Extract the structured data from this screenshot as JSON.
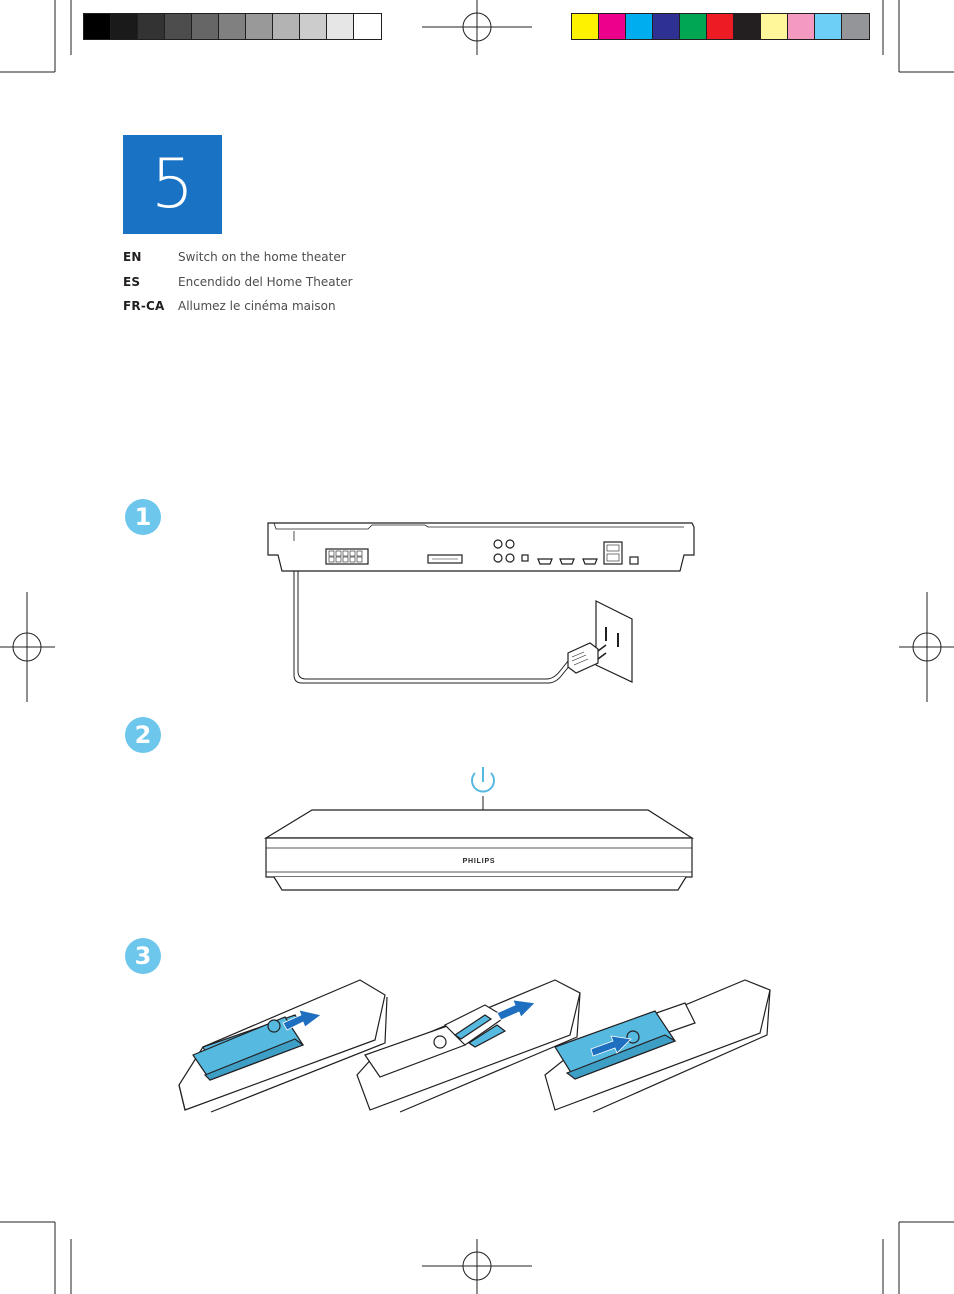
{
  "calibration": {
    "grayscale": [
      "#000000",
      "#1a1a1a",
      "#333333",
      "#4d4d4d",
      "#666666",
      "#808080",
      "#999999",
      "#b3b3b3",
      "#cccccc",
      "#e6e6e6",
      "#ffffff"
    ],
    "colors": [
      "#fff200",
      "#ec008c",
      "#00aeef",
      "#2e3192",
      "#00a651",
      "#ed1c24",
      "#231f20",
      "#fff799",
      "#f49ac1",
      "#6dcff6",
      "#939598"
    ]
  },
  "step": {
    "number": "5",
    "accent": "#1a72c5"
  },
  "languages": [
    {
      "code": "EN",
      "text": "Switch on the home theater"
    },
    {
      "code": "ES",
      "text": "Encendido del Home Theater"
    },
    {
      "code": "FR-CA",
      "text": "Allumez le cinéma maison"
    }
  ],
  "substeps": [
    {
      "label": "1",
      "icon": "power-plug-illustration"
    },
    {
      "label": "2",
      "icon": "power-button-illustration"
    },
    {
      "label": "3",
      "icon": "remote-battery-illustration"
    }
  ],
  "device": {
    "brand": "PHILIPS"
  },
  "badge_color": "#6dc6ec",
  "highlight_color": "#56b9e0",
  "arrow_color": "#1f6fc0"
}
